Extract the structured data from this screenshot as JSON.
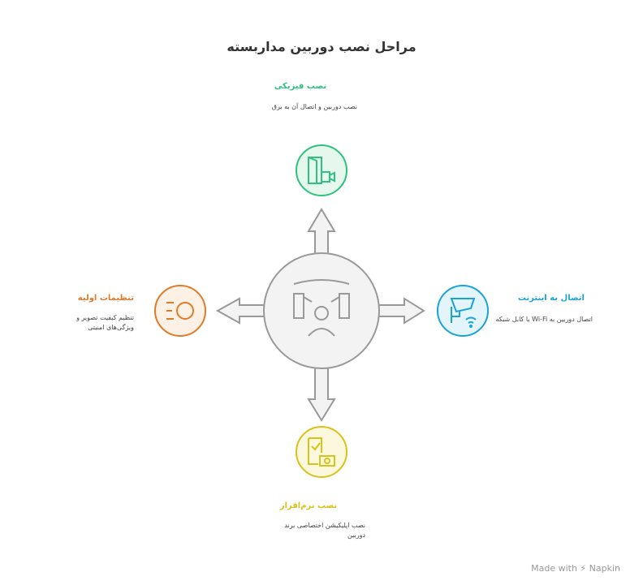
{
  "title": "مراحل نصب دوربین مداربسته",
  "steps": {
    "top": {
      "title": "نصب فیزیکی",
      "desc": "نصب دوربین و اتصال آن به برق",
      "color": "#2ec27e",
      "icon": "door-camera-icon"
    },
    "right": {
      "title": "اتصال به اینترنت",
      "desc": "اتصال دوربین به Wi-Fi یا کابل شبکه",
      "color": "#1aa3d9",
      "icon": "cctv-wifi-icon"
    },
    "bottom": {
      "title": "نصب نرم‌افزار",
      "desc": "نصب اپلیکیشن اختصاصی برند دوربین",
      "color": "#d9c21a",
      "icon": "phone-camera-icon"
    },
    "left": {
      "title": "تنظیمات اولیه",
      "desc": "تنظیم کیفیت تصویر و ویژگی‌های امنیتی",
      "color": "#e07b2a",
      "icon": "light-settings-icon"
    }
  },
  "brand": "Made with ⚡ Napkin"
}
